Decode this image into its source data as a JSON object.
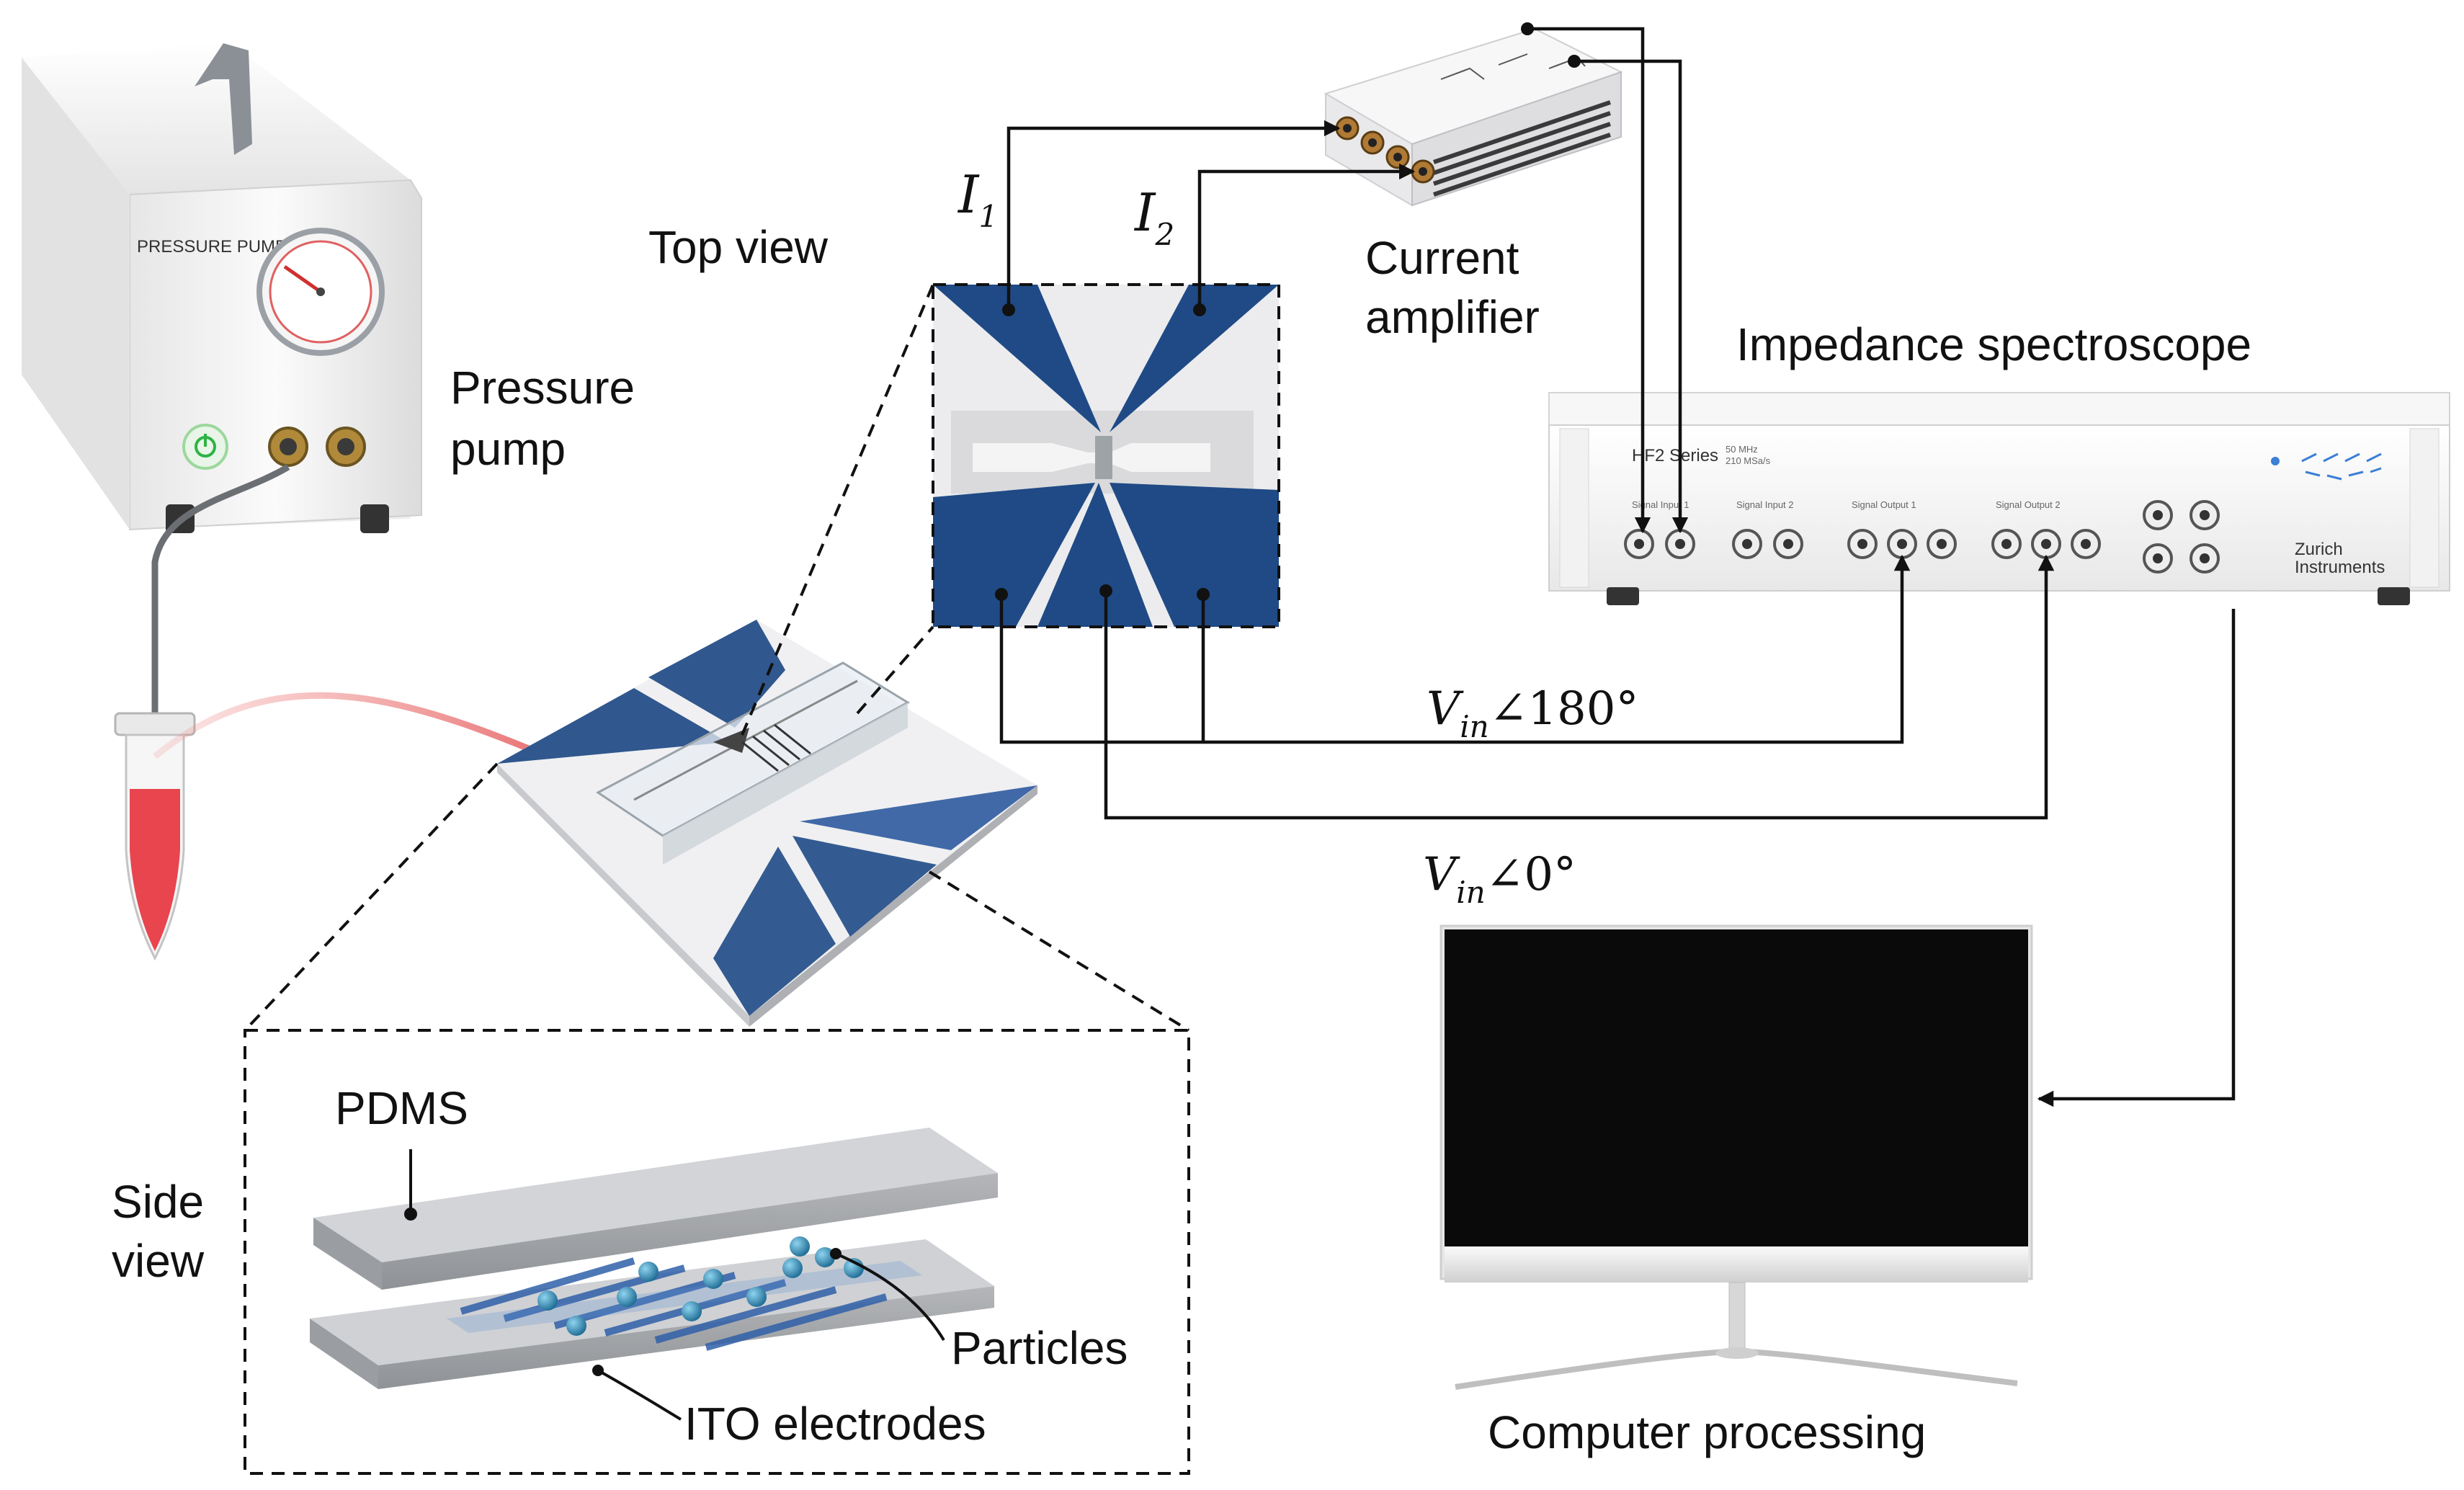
{
  "labels": {
    "pressure_pump_line1": "Pressure",
    "pressure_pump_line2": "pump",
    "pump_panel_text": "PRESSURE  PUMP",
    "top_view": "Top view",
    "current_amplifier_line1": "Current",
    "current_amplifier_line2": "amplifier",
    "impedance_spectroscope": "Impedance spectroscope",
    "side_view_line1": "Side",
    "side_view_line2": "view",
    "pdms": "PDMS",
    "particles": "Particles",
    "ito_electrodes": "ITO electrodes",
    "computer_processing": "Computer processing"
  },
  "math": {
    "i1_base": "I",
    "i1_sub": "1",
    "i2_base": "I",
    "i2_sub": "2",
    "vin180_base": "V",
    "vin180_sub": "in",
    "vin180_phase": "∠180°",
    "vin0_base": "V",
    "vin0_sub": "in",
    "vin0_phase": "∠0°"
  },
  "spectroscope_panel": {
    "series": "HF2 Series",
    "spec_line1": "50 MHz",
    "spec_line2": "210 MSa/s",
    "signal_input_1": "Signal Input 1",
    "signal_input_2": "Signal Input 2",
    "signal_output_1": "Signal Output 1",
    "signal_output_2": "Signal Output 2",
    "brand_line1": "Zurich",
    "brand_line2": "Instruments"
  },
  "colors": {
    "electrode_blue": "#1f4a86",
    "tubing_red": "#e04a4a",
    "sample_red": "#e8454f",
    "particle_blue": "#2f7fa8",
    "device_white": "#f3f3f3",
    "brand_blue": "#3b7fd6",
    "monitor_black": "#0a0a0a"
  },
  "icons": {
    "power_button": "power-icon",
    "pressure_gauge": "gauge-icon"
  }
}
